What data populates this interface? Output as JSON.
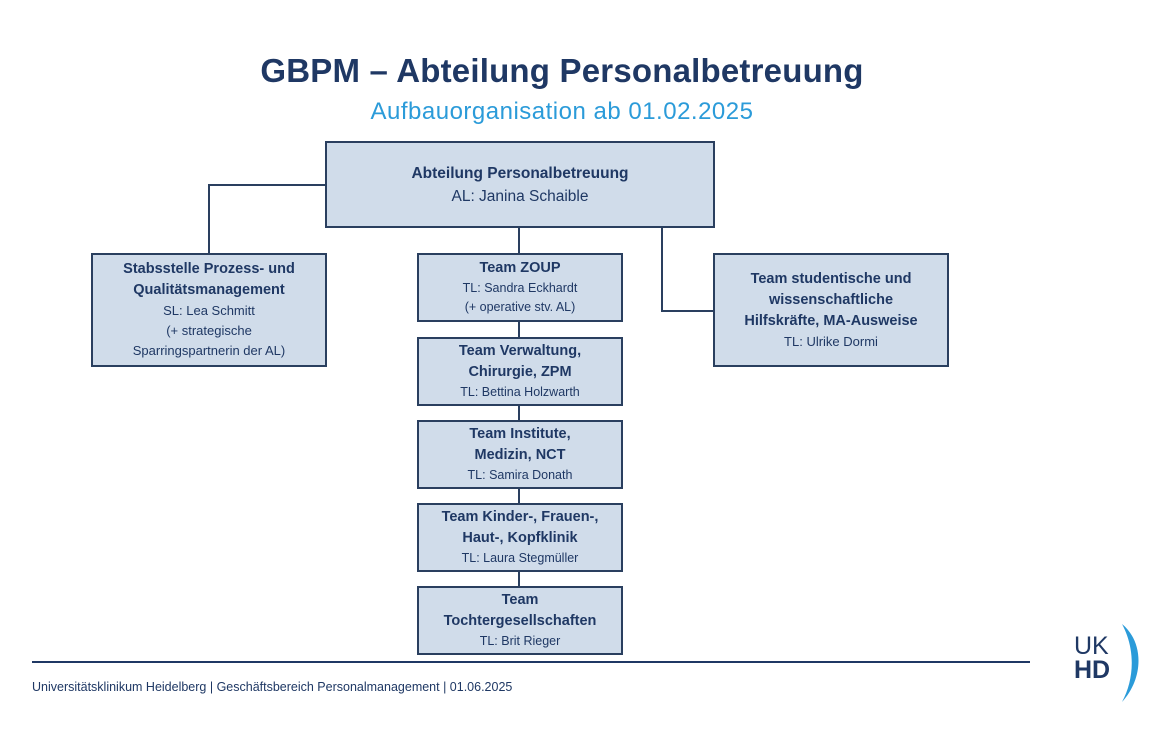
{
  "title": "GBPM – Abteilung Personalbetreuung",
  "subtitle": "Aufbauorganisation ab 01.02.2025",
  "head": {
    "name": "Abteilung Personalbetreuung",
    "lead": "AL: Janina Schaible"
  },
  "staff": {
    "line1": "Stabsstelle Prozess- und",
    "line2": "Qualitätsmanagement",
    "lead": "SL: Lea Schmitt",
    "note1": "(+ strategische",
    "note2": "Sparringspartnerin der AL)"
  },
  "student_team": {
    "line1": "Team studentische und",
    "line2": "wissenschaftliche",
    "line3": "Hilfskräfte, MA-Ausweise",
    "lead": "TL: Ulrike Dormi"
  },
  "teams": [
    {
      "line1": "Team ZOUP",
      "lead": "TL: Sandra Eckhardt",
      "note": "(+ operative stv. AL)"
    },
    {
      "line1": "Team Verwaltung,",
      "line2": "Chirurgie, ZPM",
      "lead": "TL: Bettina Holzwarth"
    },
    {
      "line1": "Team Institute,",
      "line2": "Medizin, NCT",
      "lead": "TL: Samira Donath"
    },
    {
      "line1": "Team Kinder-, Frauen-,",
      "line2": "Haut-, Kopfklinik",
      "lead": "TL: Laura Stegmüller"
    },
    {
      "line1": "Team",
      "line2": "Tochtergesellschaften",
      "lead": "TL: Brit Rieger"
    }
  ],
  "footer": "Universitätsklinikum Heidelberg | Geschäftsbereich Personalmanagement | 01.06.2025",
  "logo": {
    "line1": "UK",
    "line2": "HD"
  },
  "colors": {
    "box_fill": "#d0dcea",
    "box_border": "#2a3f5f",
    "title": "#1f3864",
    "subtitle": "#2b9bd9",
    "logo_arc": "#2b9bd9"
  }
}
